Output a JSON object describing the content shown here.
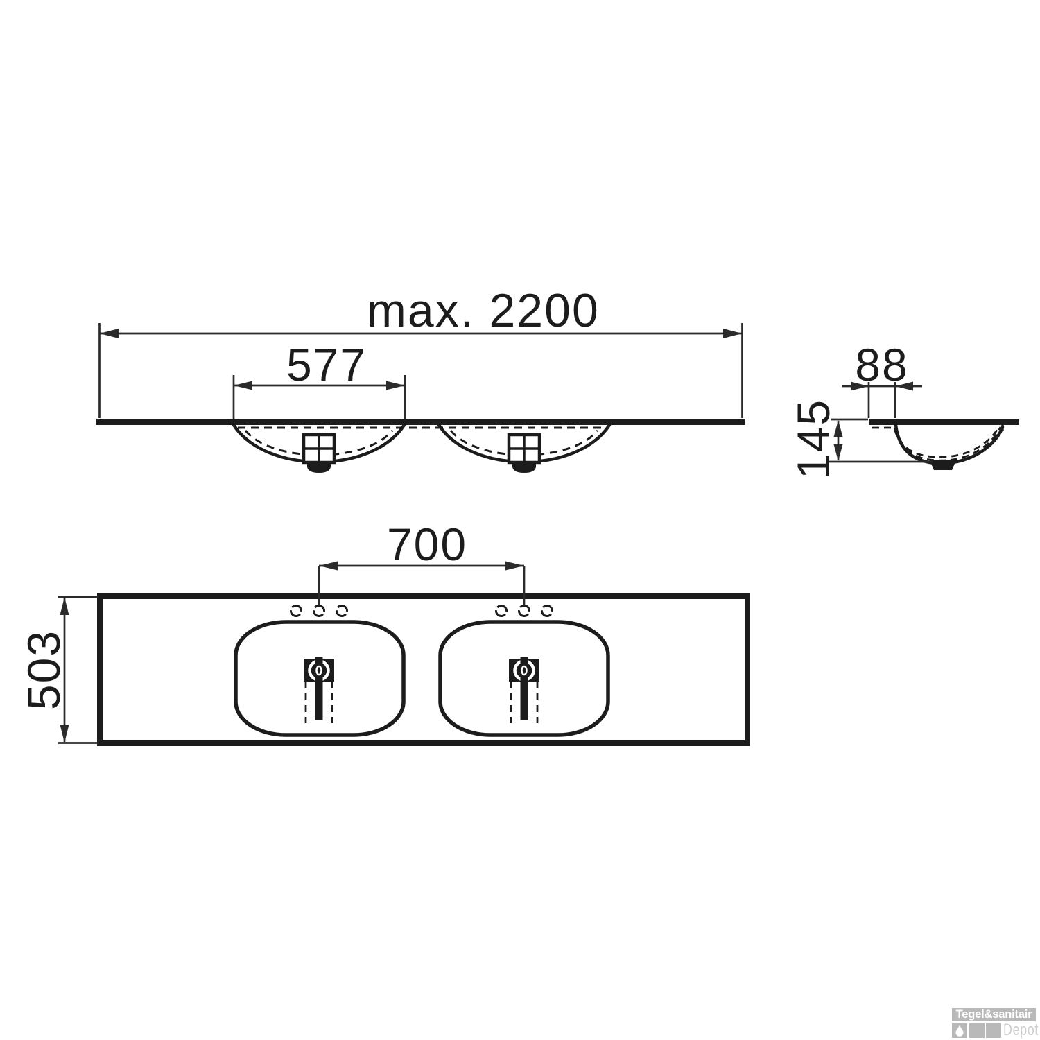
{
  "drawing": {
    "front_view": {
      "total_width_label": "max. 2200",
      "basin_width_label": "577"
    },
    "side_view": {
      "rim_offset_label": "88",
      "basin_depth_label": "145"
    },
    "plan_view": {
      "tap_spacing_label": "700",
      "counter_depth_label": "503"
    }
  },
  "watermark": {
    "brand": "Tegel&sanitair",
    "sub": "Depot",
    "icon": "water-droplet"
  },
  "colors": {
    "line": "#1c1c1c",
    "dim": "#2b2b2b",
    "wm-gray": "#b9b9b9",
    "wm-text": "#ffffff",
    "wm-sub": "#cdcdcd",
    "bg": "#ffffff"
  }
}
